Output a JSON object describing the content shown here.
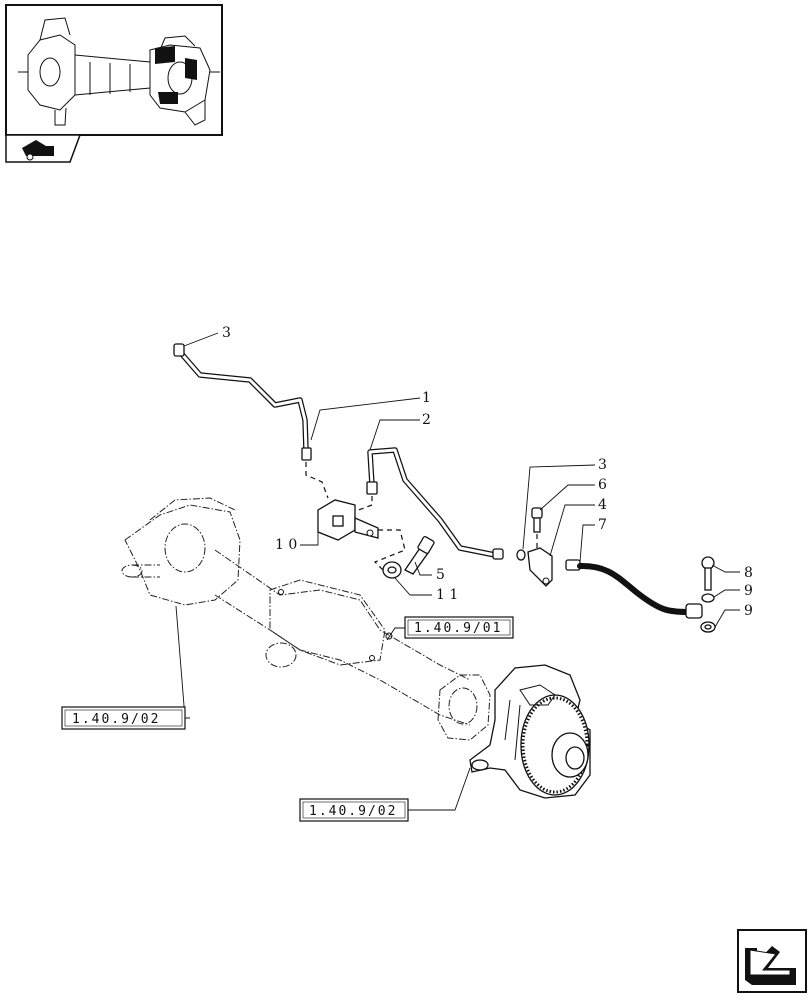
{
  "callouts": [
    {
      "id": "c3a",
      "text": "3"
    },
    {
      "id": "c1",
      "text": "1"
    },
    {
      "id": "c2",
      "text": "2"
    },
    {
      "id": "c3b",
      "text": "3"
    },
    {
      "id": "c6",
      "text": "6"
    },
    {
      "id": "c4",
      "text": "4"
    },
    {
      "id": "c7",
      "text": "7"
    },
    {
      "id": "c10",
      "text": "1 0"
    },
    {
      "id": "c5",
      "text": "5"
    },
    {
      "id": "c11",
      "text": "1 1"
    },
    {
      "id": "c8",
      "text": "8"
    },
    {
      "id": "c9a",
      "text": "9"
    },
    {
      "id": "c9b",
      "text": "9"
    }
  ],
  "references": {
    "ref_top": "1.40.9/01",
    "ref_left": "1.40.9/02",
    "ref_bottom": "1.40.9/02"
  },
  "icons": {
    "thumbnail": "axle-assembly-thumbnail",
    "section": "tractor-section-icon",
    "navigation": "next-page-arrow-icon"
  }
}
